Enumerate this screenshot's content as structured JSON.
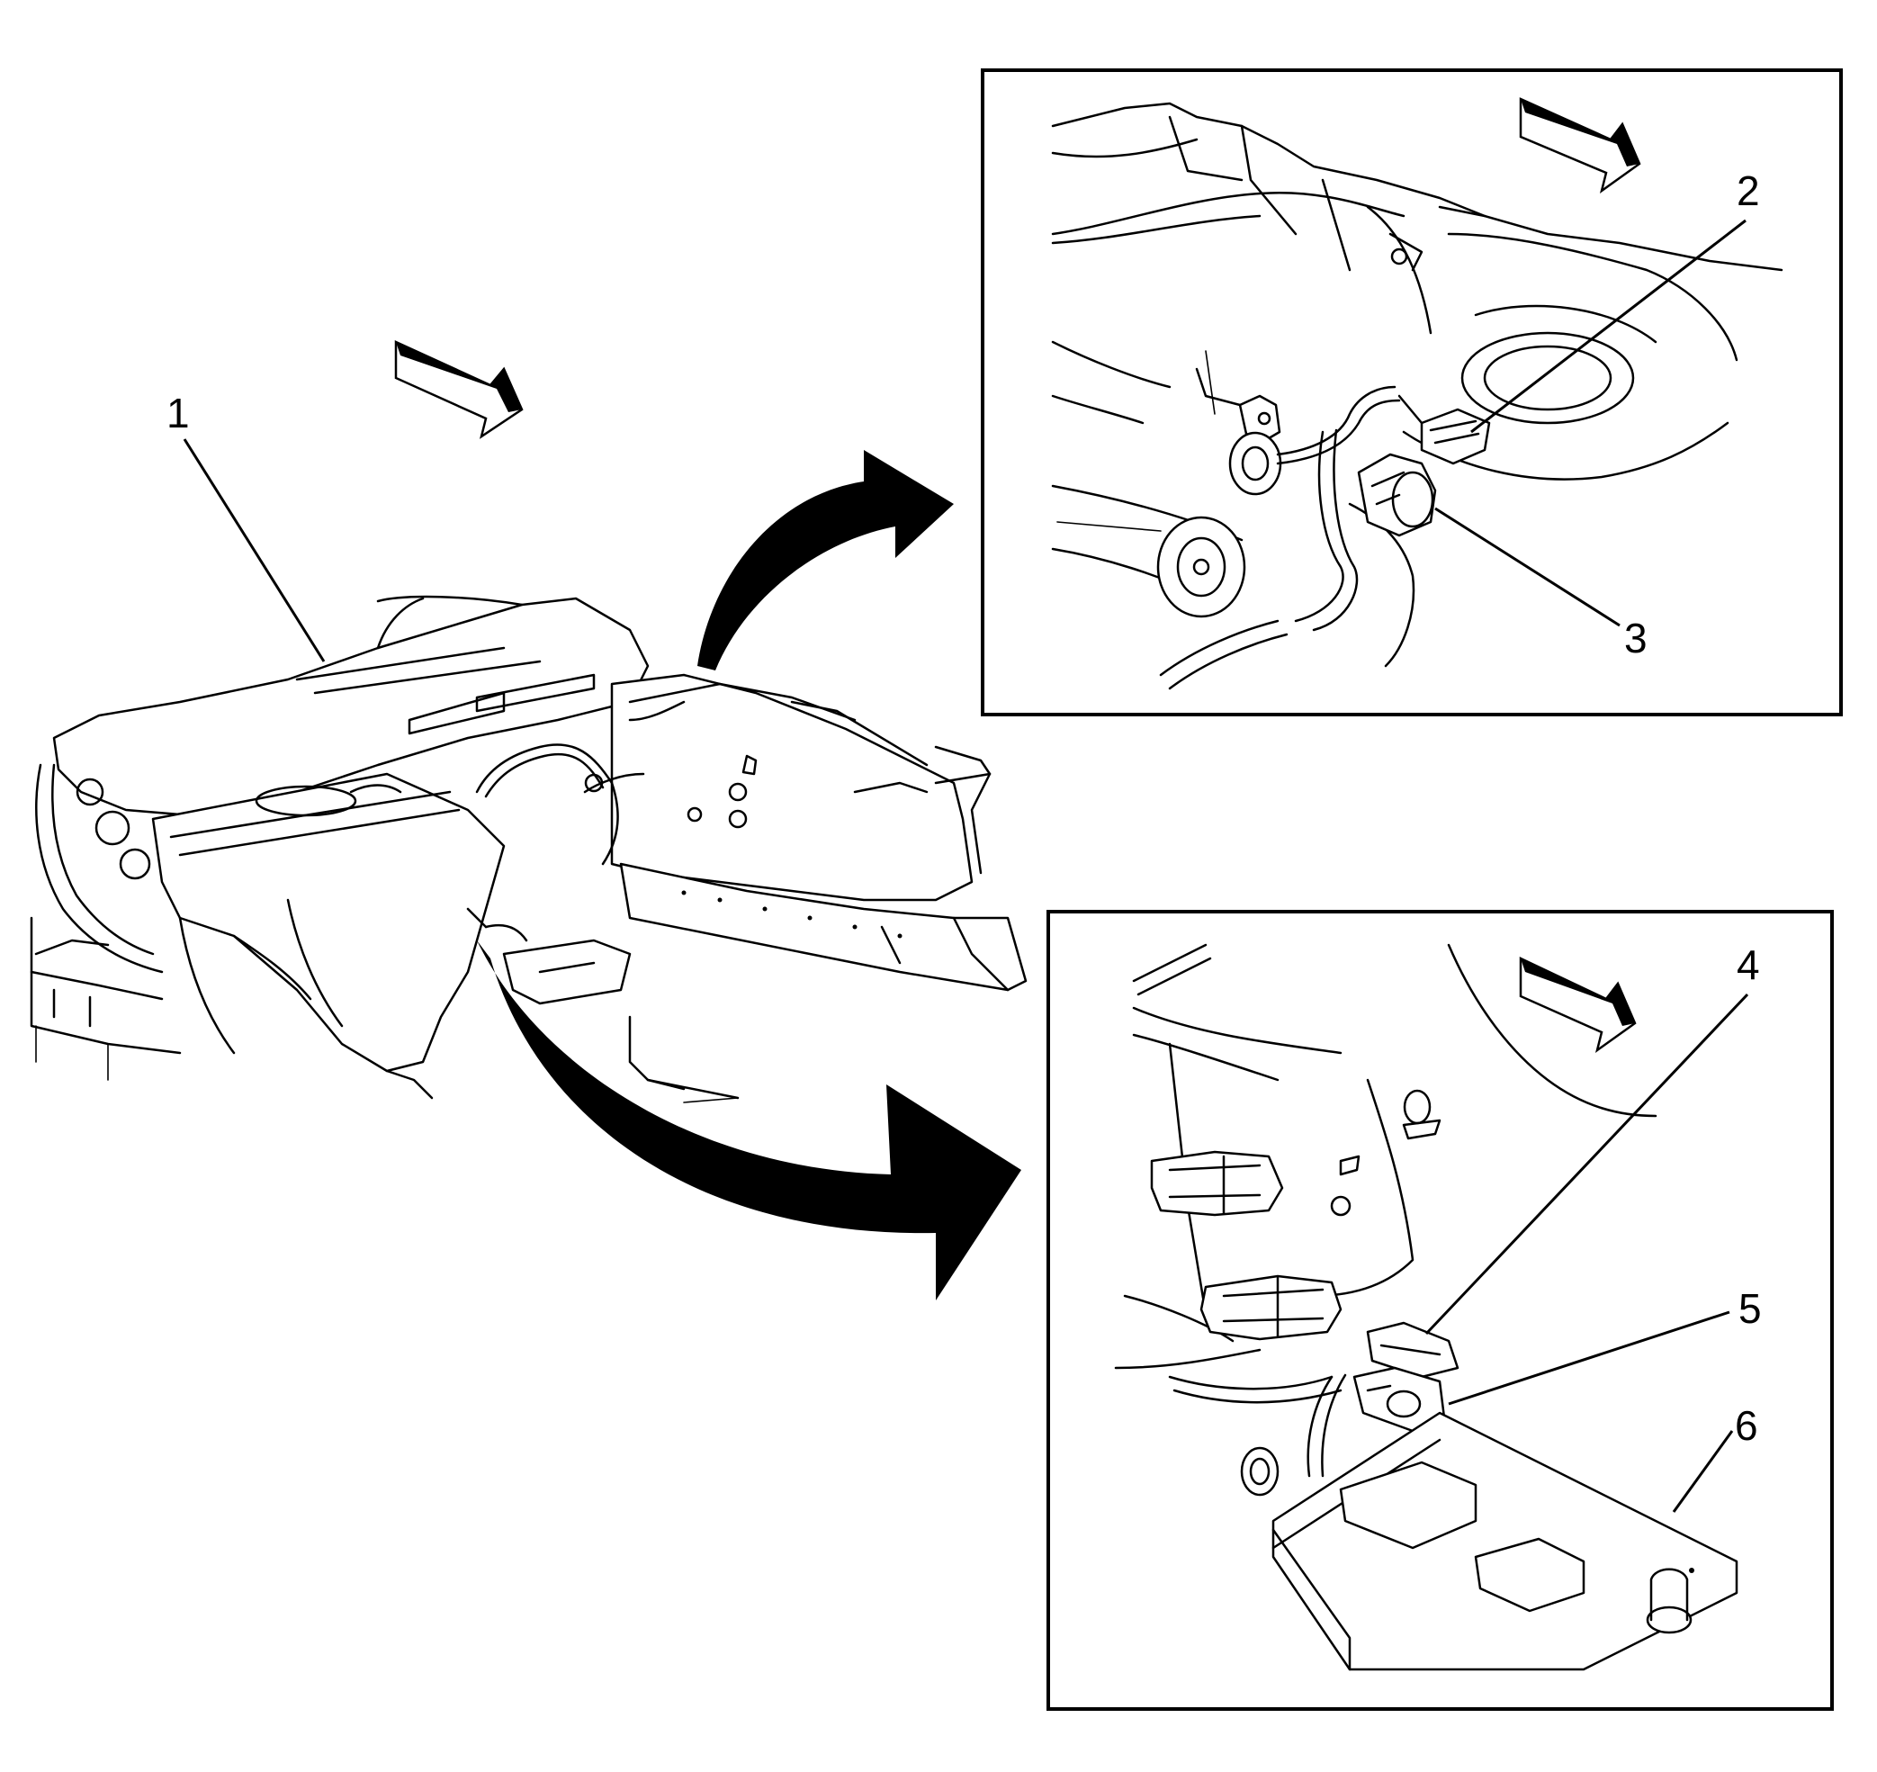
{
  "callouts": [
    {
      "id": "1",
      "label": "1"
    },
    {
      "id": "2",
      "label": "2"
    },
    {
      "id": "3",
      "label": "3"
    },
    {
      "id": "4",
      "label": "4"
    },
    {
      "id": "5",
      "label": "5"
    },
    {
      "id": "6",
      "label": "6"
    }
  ],
  "icons": {
    "direction_arrow": "forward-direction-arrow-icon",
    "zoom_arrow": "curved-zoom-arrow-icon"
  },
  "colors": {
    "line": "#000000",
    "background": "#ffffff"
  }
}
